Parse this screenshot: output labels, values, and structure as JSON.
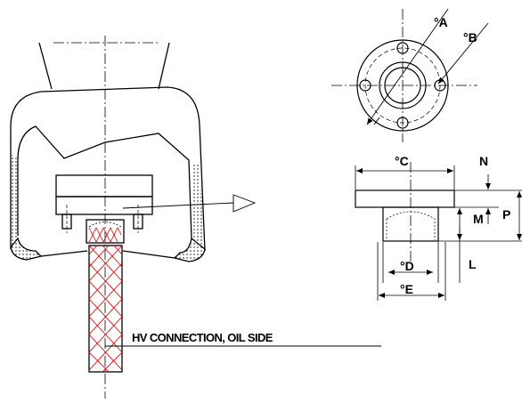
{
  "caption": "HV CONNECTION, OIL SIDE",
  "labels": {
    "A": "°A",
    "B": "°B",
    "C": "°C",
    "D": "°D",
    "E": "°E",
    "N": "N",
    "M": "M",
    "P": "P",
    "L": "L"
  },
  "colors": {
    "line": "#000000",
    "braid": "#e00000",
    "background": "#ffffff"
  }
}
